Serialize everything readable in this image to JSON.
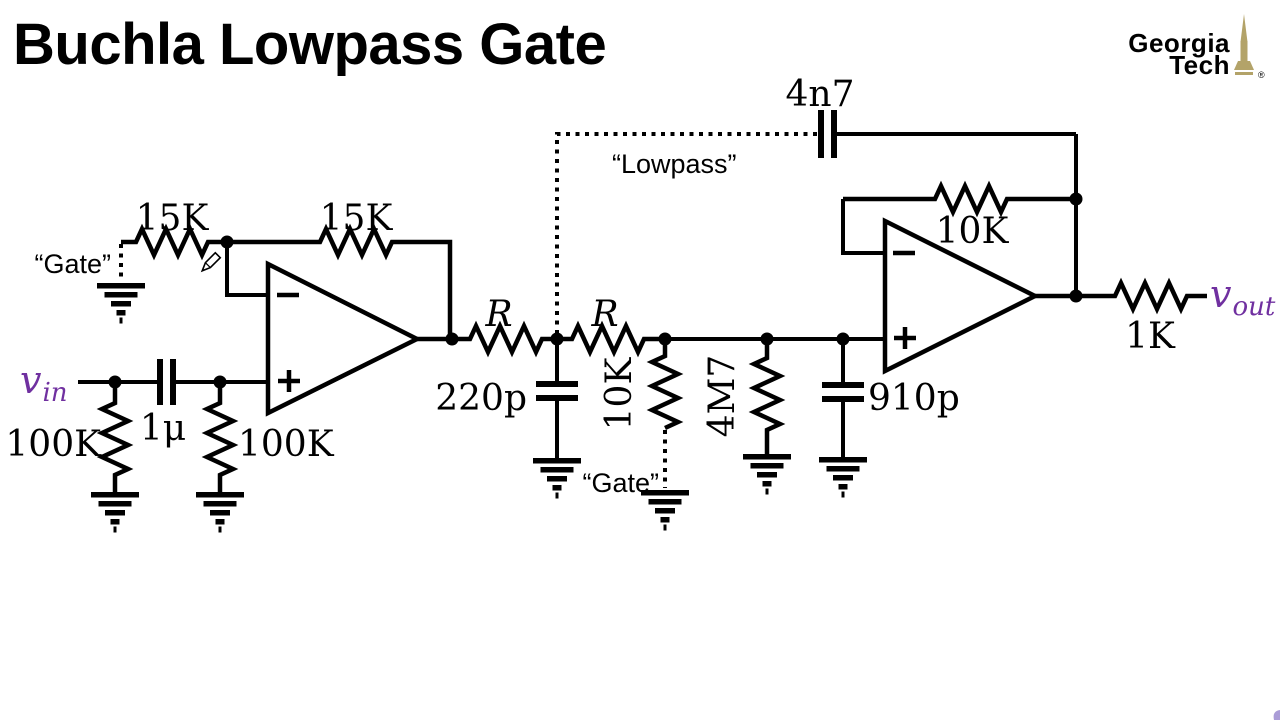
{
  "slide": {
    "title": "Buchla Lowpass Gate"
  },
  "logo": {
    "word1": "Georgia",
    "word2": "Tech",
    "registered": "®"
  },
  "colors": {
    "ink": "#000000",
    "signal": "#7030A0",
    "logo_text": "#54585A",
    "logo_gold": "#B3A369"
  },
  "circuit": {
    "input": {
      "var": "v",
      "sub": "in"
    },
    "output": {
      "var": "v",
      "sub": "out"
    },
    "annotations": {
      "gate_left": "“Gate”",
      "gate_mid": "“Gate”",
      "lowpass": "“Lowpass”"
    },
    "components": {
      "r_gate_series": "15K",
      "r_feedback1": "15K",
      "r_input_shunt": "100K",
      "c_input": "1μ",
      "r_noninv_shunt": "100K",
      "r_filter1": "R",
      "c_filter1": "220p",
      "r_filter2": "R",
      "r_gate_shunt": "10K",
      "r_bleed": "4M7",
      "c_filter2": "910p",
      "r_feedback2": "10K",
      "c_feedback": "4n7",
      "r_output": "1K"
    }
  }
}
